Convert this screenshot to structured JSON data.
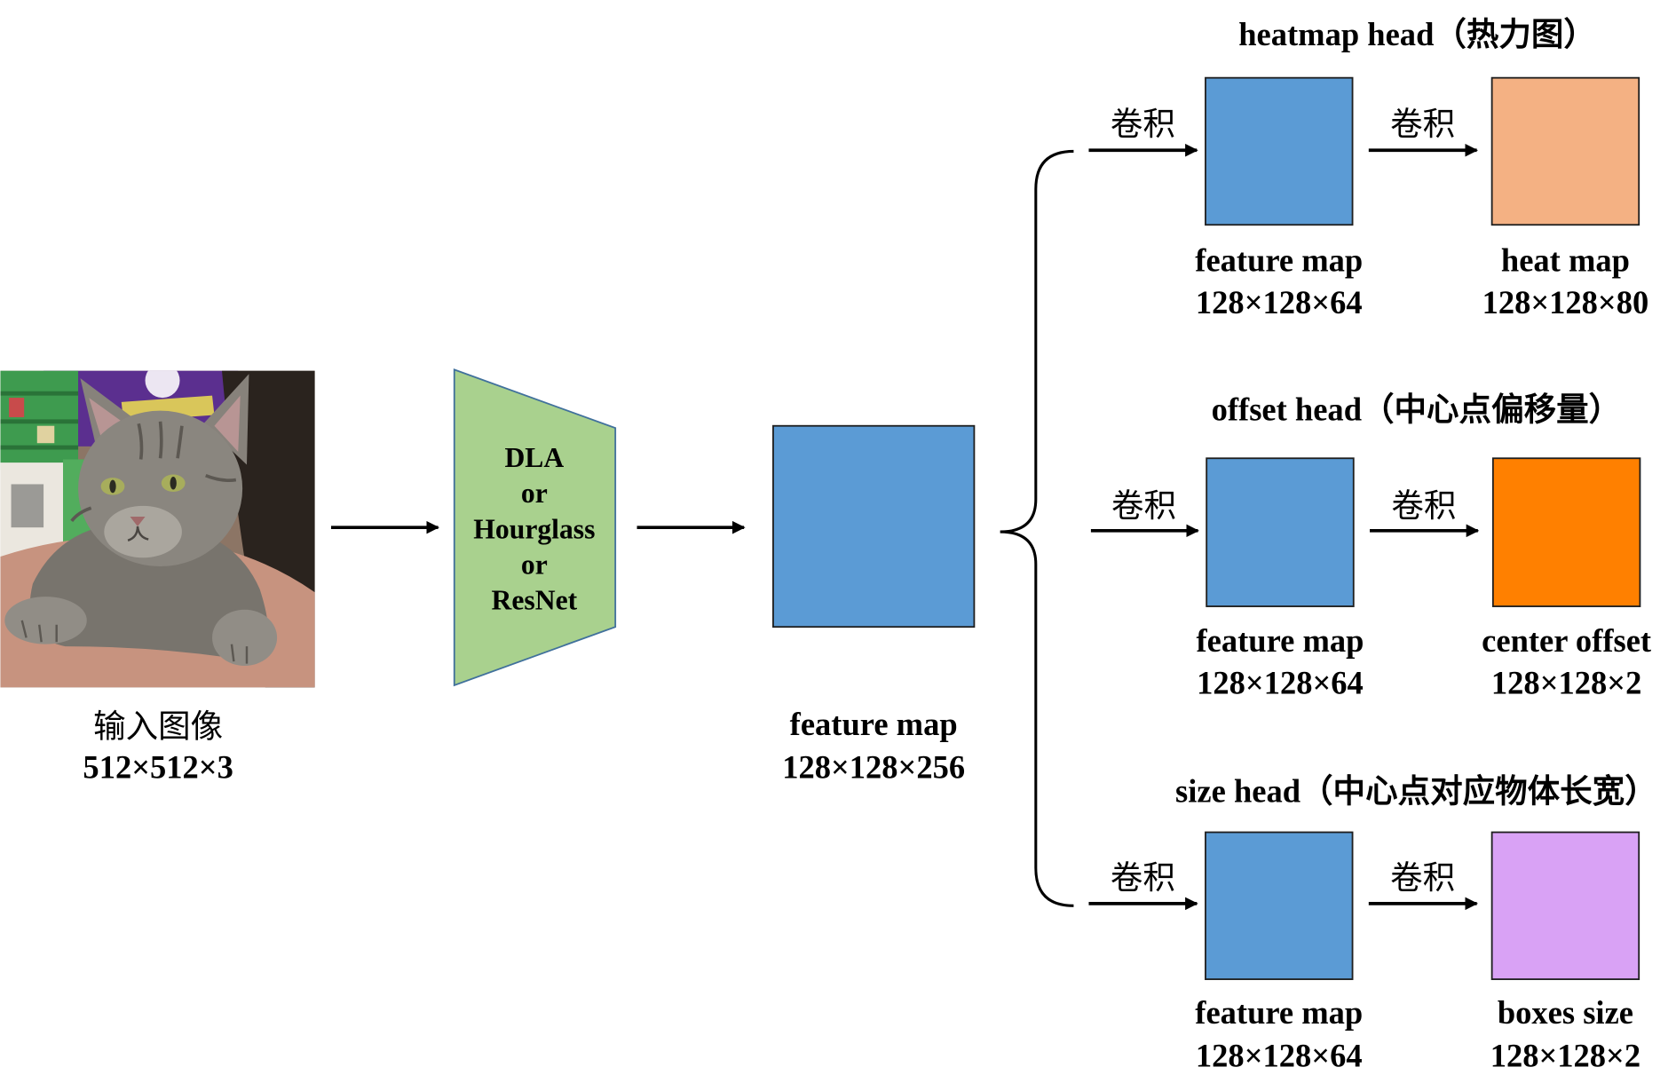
{
  "input_image": {
    "label": "输入图像",
    "shape": "512×512×3"
  },
  "backbone": {
    "lines": [
      "DLA",
      "or",
      "Hourglass",
      "or",
      "ResNet"
    ]
  },
  "backbone_feature": {
    "label": "feature map",
    "shape": "128×128×256"
  },
  "heads": [
    {
      "title": "heatmap head（热力图）",
      "conv_in": "卷积",
      "feature": {
        "label": "feature map",
        "shape": "128×128×64"
      },
      "conv_out": "卷积",
      "output": {
        "label": "heat map",
        "shape": "128×128×80"
      }
    },
    {
      "title": "offset head（中心点偏移量）",
      "conv_in": "卷积",
      "feature": {
        "label": "feature map",
        "shape": "128×128×64"
      },
      "conv_out": "卷积",
      "output": {
        "label": "center offset",
        "shape": "128×128×2"
      }
    },
    {
      "title": "size head（中心点对应物体长宽）",
      "conv_in": "卷积",
      "feature": {
        "label": "feature map",
        "shape": "128×128×64"
      },
      "conv_out": "卷积",
      "output": {
        "label": "boxes size",
        "shape": "128×128×2"
      }
    }
  ],
  "colors": {
    "backbone": "#A9D18E",
    "feature_map": "#5B9BD5",
    "heatmap_output": "#F4B183",
    "offset_output": "#FF8000",
    "size_output": "#D9A2F5"
  }
}
